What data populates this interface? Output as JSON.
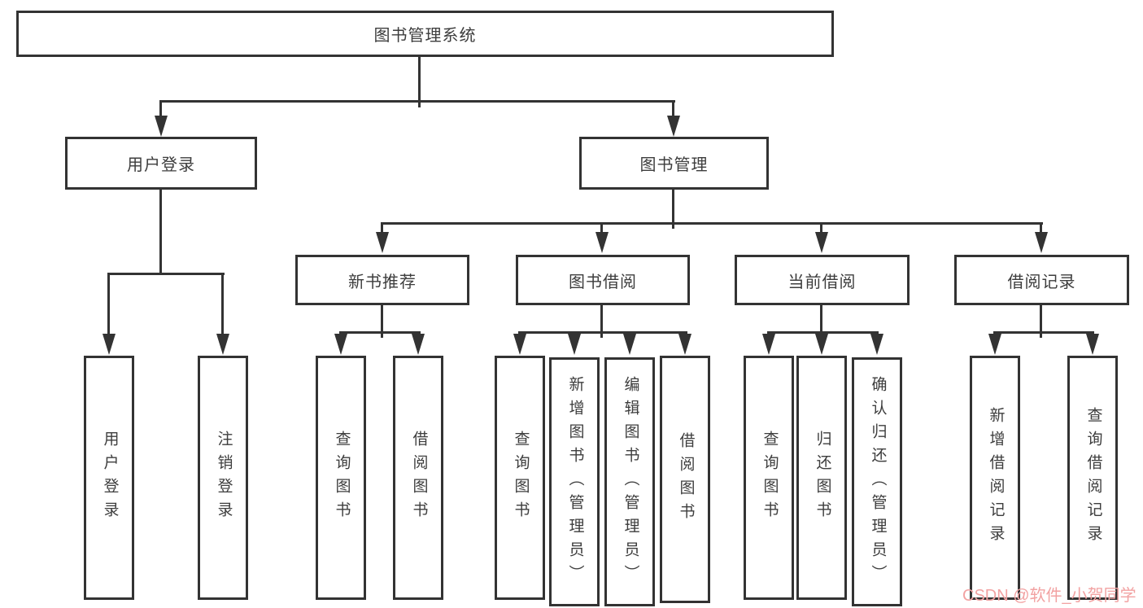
{
  "diagram": {
    "root": {
      "label": "图书管理系统",
      "children": [
        {
          "label": "用户登录",
          "children": [
            {
              "label": "用户登录"
            },
            {
              "label": "注销登录"
            }
          ]
        },
        {
          "label": "图书管理",
          "children": [
            {
              "label": "新书推荐",
              "children": [
                {
                  "label": "查询图书"
                },
                {
                  "label": "借阅图书"
                }
              ]
            },
            {
              "label": "图书借阅",
              "children": [
                {
                  "label": "查询图书"
                },
                {
                  "label": "新增图书（管理员）"
                },
                {
                  "label": "编辑图书（管理员）"
                },
                {
                  "label": "借阅图书"
                }
              ]
            },
            {
              "label": "当前借阅",
              "children": [
                {
                  "label": "查询图书"
                },
                {
                  "label": "归还图书"
                },
                {
                  "label": "确认归还（管理员）"
                }
              ]
            },
            {
              "label": "借阅记录",
              "children": [
                {
                  "label": "新增借阅记录"
                },
                {
                  "label": "查询借阅记录"
                }
              ]
            }
          ]
        }
      ]
    }
  },
  "watermark": {
    "text": "CSDN @软件_小贺同学"
  },
  "colors": {
    "line": "#333333",
    "text": "#3d3d3d",
    "watermark": "#f2a2a2",
    "background": "#ffffff"
  }
}
